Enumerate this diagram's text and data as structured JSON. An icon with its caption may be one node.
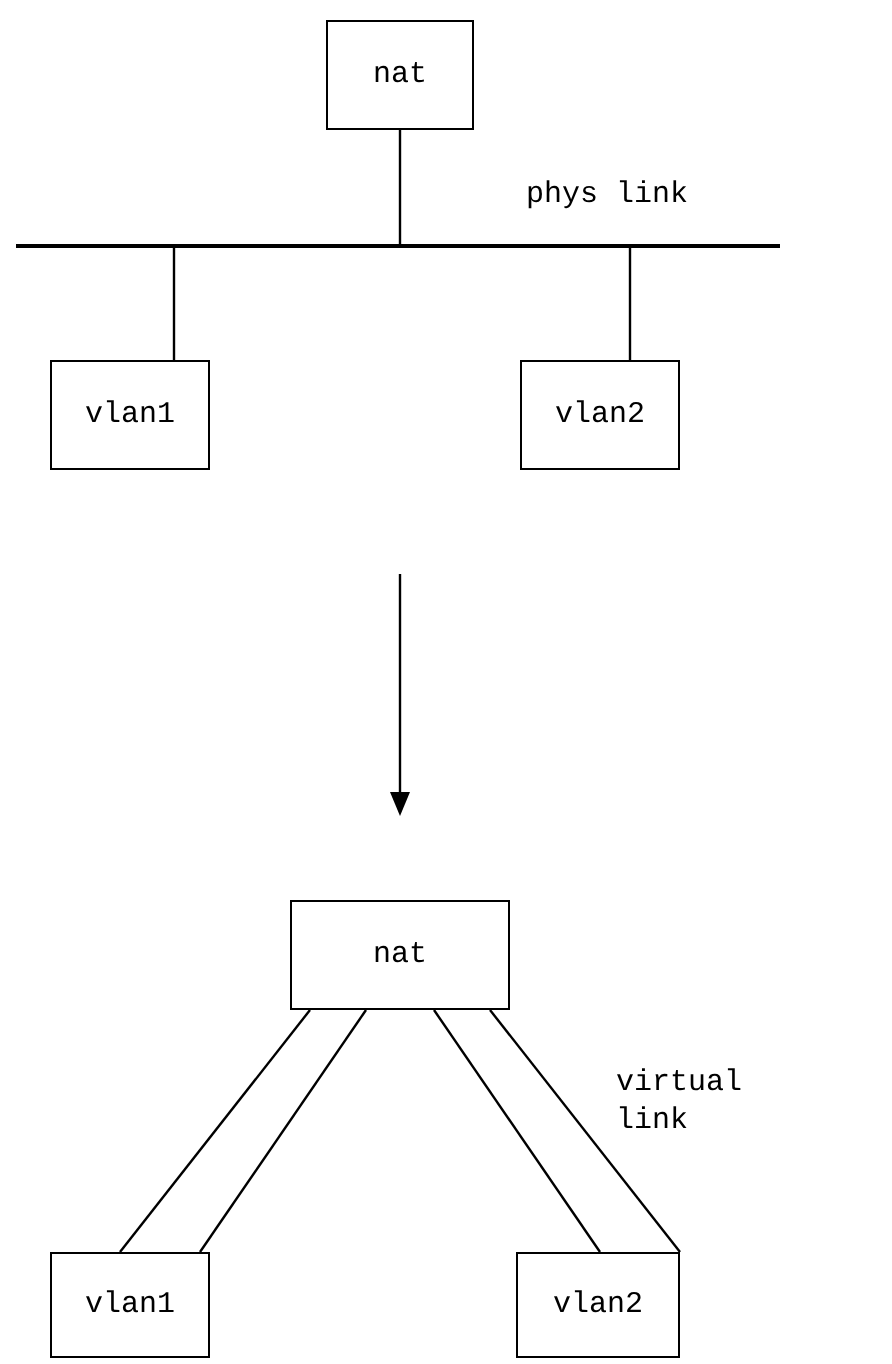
{
  "diagram": {
    "nodes": [
      {
        "text": [
          "nat"
        ]
      },
      {
        "text": [],
        "shape": "bar",
        "beside": [
          "phys link"
        ]
      },
      {
        "text": [
          "vlan1"
        ]
      },
      {
        "text": [
          "vlan2"
        ]
      },
      {
        "text": [
          "nat"
        ]
      },
      {
        "text": [
          "vlan1"
        ]
      },
      {
        "text": [
          "vlan2"
        ]
      }
    ],
    "edges": [
      {
        "from": 0,
        "to": 1,
        "arrow": "none"
      },
      {
        "from": 1,
        "to": 2,
        "arrow": "none"
      },
      {
        "from": 1,
        "to": 3,
        "arrow": "none"
      },
      {
        "from": 4,
        "to": 5,
        "arrow": "none"
      },
      {
        "from": 4,
        "to": 5,
        "arrow": "none"
      },
      {
        "from": 4,
        "to": 6,
        "arrow": "none"
      },
      {
        "from": 4,
        "to": 6,
        "arrow": "none"
      }
    ],
    "labels": [
      "virtual link"
    ]
  }
}
